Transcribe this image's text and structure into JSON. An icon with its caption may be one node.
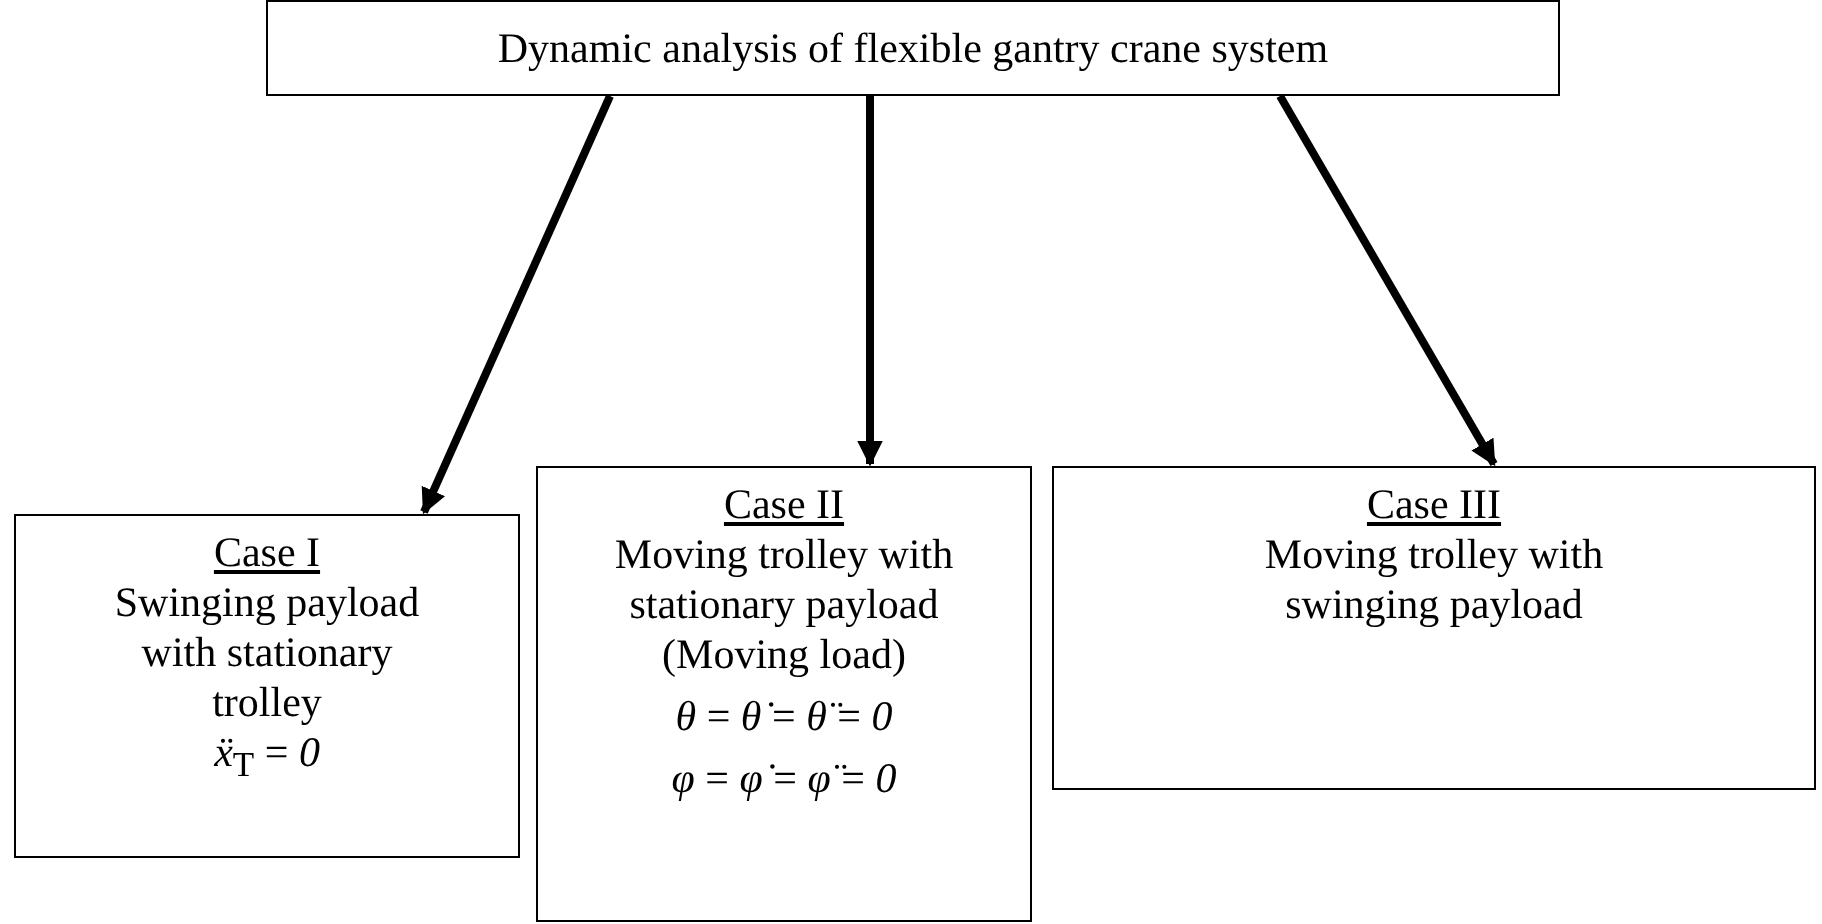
{
  "diagram": {
    "nodes": [
      {
        "text": [
          "Dynamic analysis of flexible gantry crane system"
        ]
      },
      {
        "text": [
          "Case I",
          "Swinging payload with stationary trolley",
          "*ẍ*$_{T}$ = *0*"
        ]
      },
      {
        "text": [
          "Case II",
          "Moving trolley with stationary payload",
          "(Moving load)",
          "*θ* = *θ̇* = *θ̈* = *0*",
          "*φ* = *φ̇* = *φ̈* = *0*"
        ]
      },
      {
        "text": [
          "Case III",
          "Moving trolley with swinging payload"
        ]
      }
    ],
    "edges": [
      {
        "from": 0,
        "to": 1,
        "arrow": "to"
      },
      {
        "from": 0,
        "to": 2,
        "arrow": "to"
      },
      {
        "from": 0,
        "to": 3,
        "arrow": "to"
      }
    ]
  }
}
